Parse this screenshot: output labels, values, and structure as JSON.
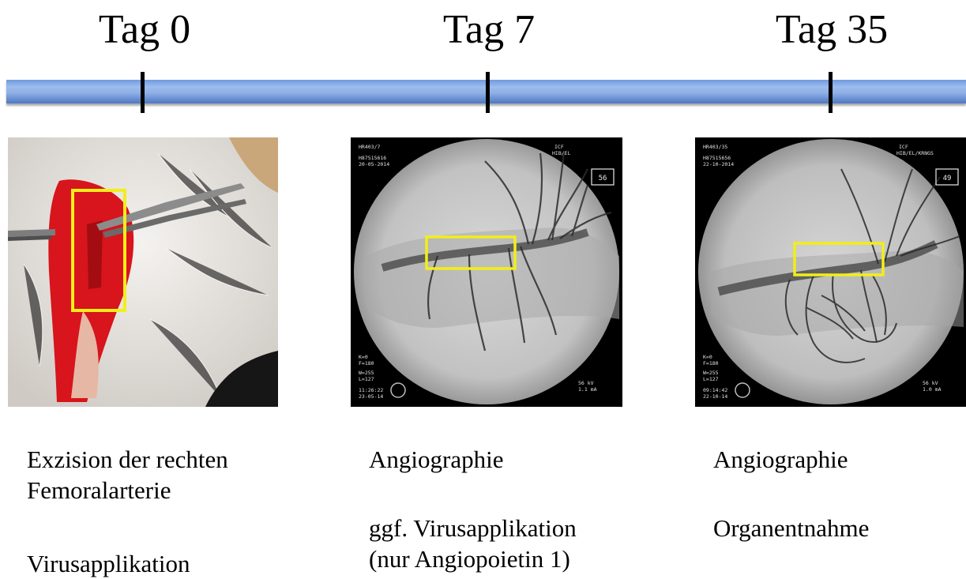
{
  "timeline": {
    "points": [
      {
        "label": "Tag 0"
      },
      {
        "label": "Tag 7"
      },
      {
        "label": "Tag 35"
      }
    ]
  },
  "captions": {
    "day0": {
      "line1": "Exzision der rechten",
      "line2": "Femoralarterie",
      "line3": "Virusapplikation"
    },
    "day7": {
      "line1": "Angiographie",
      "line2": "ggf. Virusapplikation",
      "line3": "(nur Angiopoietin 1)"
    },
    "day35": {
      "line1": "Angiographie",
      "line2": "Organentnahme"
    }
  },
  "angiograms": {
    "day7": {
      "id": "HR403/7",
      "num": "H87515616",
      "date": "20-05-2014",
      "site": "ICF",
      "site2": "HIB/EL",
      "frame": "56",
      "k": "K=0",
      "f": "F=180",
      "w": "W=255",
      "l": "L=127",
      "time": "11:26:22",
      "date2": "23-05-14",
      "kv": "56 kV",
      "ma": "1.1 mA"
    },
    "day35": {
      "id": "HR403/35",
      "num": "H87515656",
      "date": "22-10-2014",
      "site": "ICF",
      "site2": "HIB/EL/KRNGS",
      "frame": "49",
      "k": "K=0",
      "f": "F=180",
      "w": "W=255",
      "l": "L=127",
      "time": "09:14:42",
      "date2": "22-10-14",
      "kv": "56 kV",
      "ma": "1.0 mA"
    }
  },
  "colors": {
    "timeline": "#7ea4e3",
    "highlight_box": "#f2ee1a",
    "tissue": "#d8141c"
  }
}
